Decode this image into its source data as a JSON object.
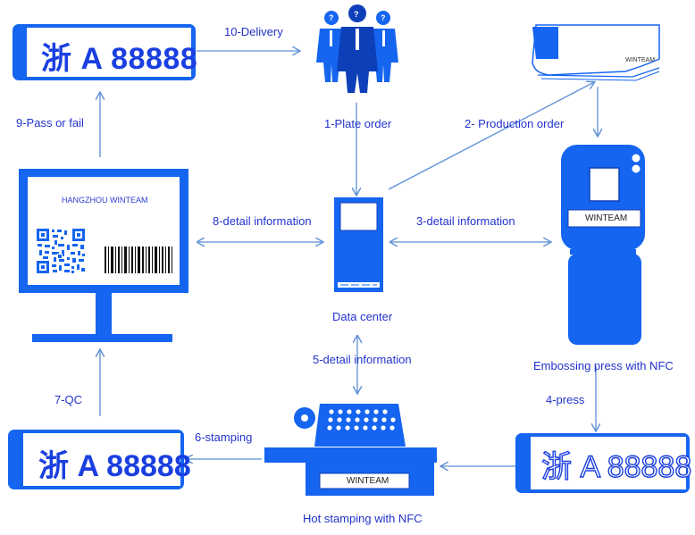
{
  "flow": {
    "step_delivery": "10-Delivery",
    "step_plate_order": "1-Plate order",
    "step_production_order": "2-  Production order",
    "step_detail_3": "3-detail information",
    "step_press": "4-press",
    "step_detail_5": "5-detail information",
    "step_stamping": "6-stamping",
    "step_qc": "7-QC",
    "step_detail_8": "8-detail information",
    "step_pass_fail": "9-Pass or fail"
  },
  "nodes": {
    "data_center": "Data center",
    "embossing_press": "Embossing press with NFC",
    "hot_stamping": "Hot stamping with NFC",
    "monitor_header": "HANGZHOU WINTEAM",
    "printer_brand": "WINTEAM",
    "press_brand": "WINTEAM",
    "stamper_brand": "WINTEAM"
  },
  "plates": {
    "plate_text": "浙 A 88888"
  },
  "colors": {
    "blue": "#1565f0",
    "arrow": "#5b8fd6",
    "label_text": "#2233cc"
  }
}
